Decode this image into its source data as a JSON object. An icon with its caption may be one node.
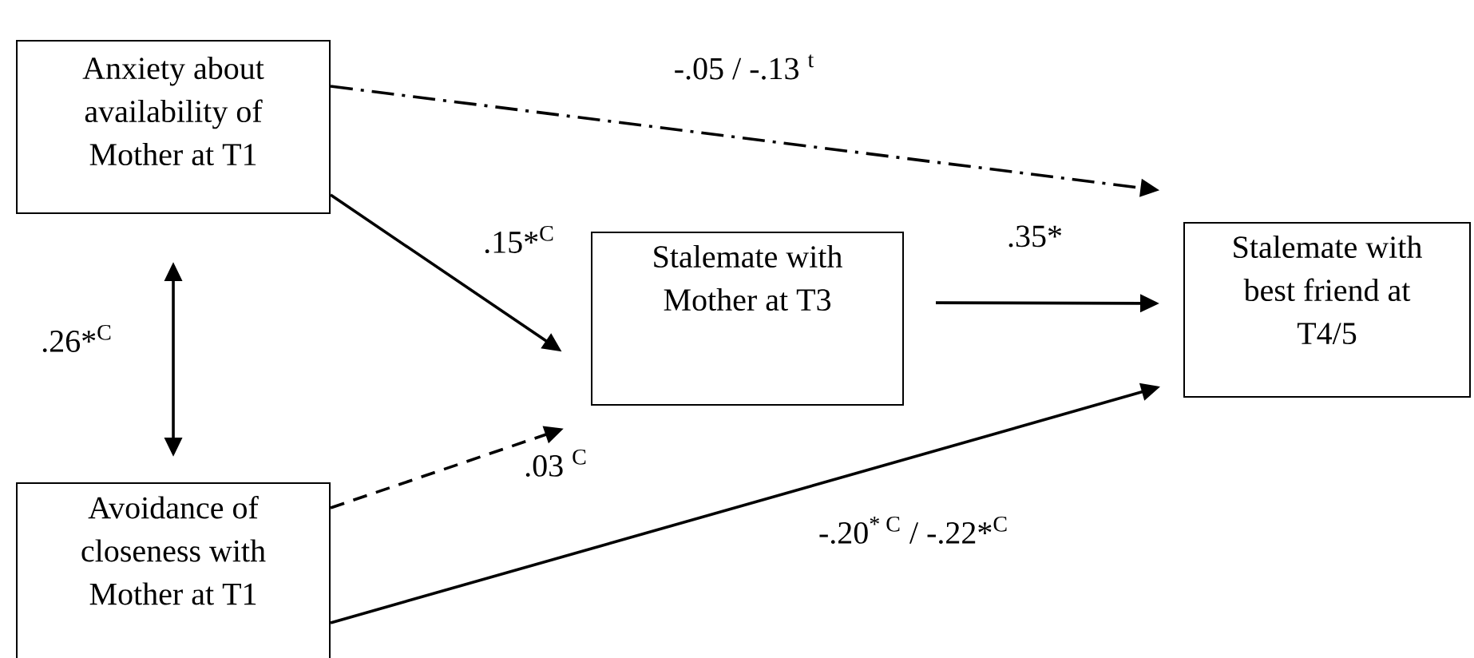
{
  "diagram": {
    "nodes": [
      {
        "text": [
          "Anxiety about availability of Mother at T1"
        ]
      },
      {
        "text": [
          "Avoidance of closeness with Mother at T1"
        ]
      },
      {
        "text": [
          "Stalemate with Mother at T3"
        ]
      },
      {
        "text": [
          "Stalemate with best friend at T4/5"
        ]
      }
    ],
    "edges": [
      {
        "from": 0,
        "to": 3,
        "arrow": "to",
        "style": "dashed",
        "label": "-.05 / -.13 $^{t}$"
      },
      {
        "from": 0,
        "to": 2,
        "arrow": "to",
        "label": ".15*$^{C}$"
      },
      {
        "from": 0,
        "to": 1,
        "arrow": "both",
        "label": ".26*$^{C}$"
      },
      {
        "from": 1,
        "to": 2,
        "arrow": "to",
        "style": "dashed",
        "label": ".03 $^{C}$"
      },
      {
        "from": 2,
        "to": 3,
        "arrow": "to",
        "label": ".35*"
      },
      {
        "from": 1,
        "to": 3,
        "arrow": "to",
        "label": "-.20$^{* C}$ / -.22*$^{C}$"
      }
    ]
  }
}
